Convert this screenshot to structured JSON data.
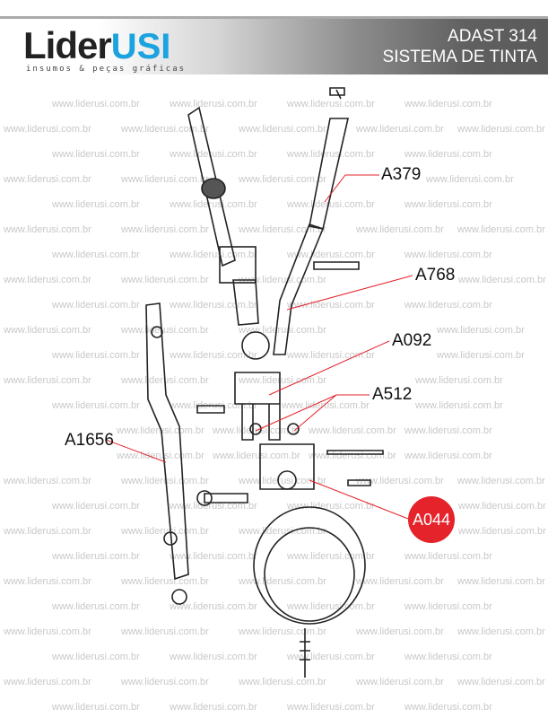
{
  "header": {
    "logo_main": "Lider",
    "logo_accent": "USI",
    "logo_tagline": "insumos & peças gráficas",
    "title_line1": "ADAST 314",
    "title_line2": "SISTEMA DE TINTA"
  },
  "watermark": "www.liderusi.com.br",
  "parts": {
    "a379": "A379",
    "a768": "A768",
    "a092": "A092",
    "a512": "A512",
    "a1656": "A1656",
    "a044": "A044"
  },
  "colors": {
    "accent": "#1ba3e0",
    "highlight": "#e4232b",
    "leader": "#e4232b"
  }
}
